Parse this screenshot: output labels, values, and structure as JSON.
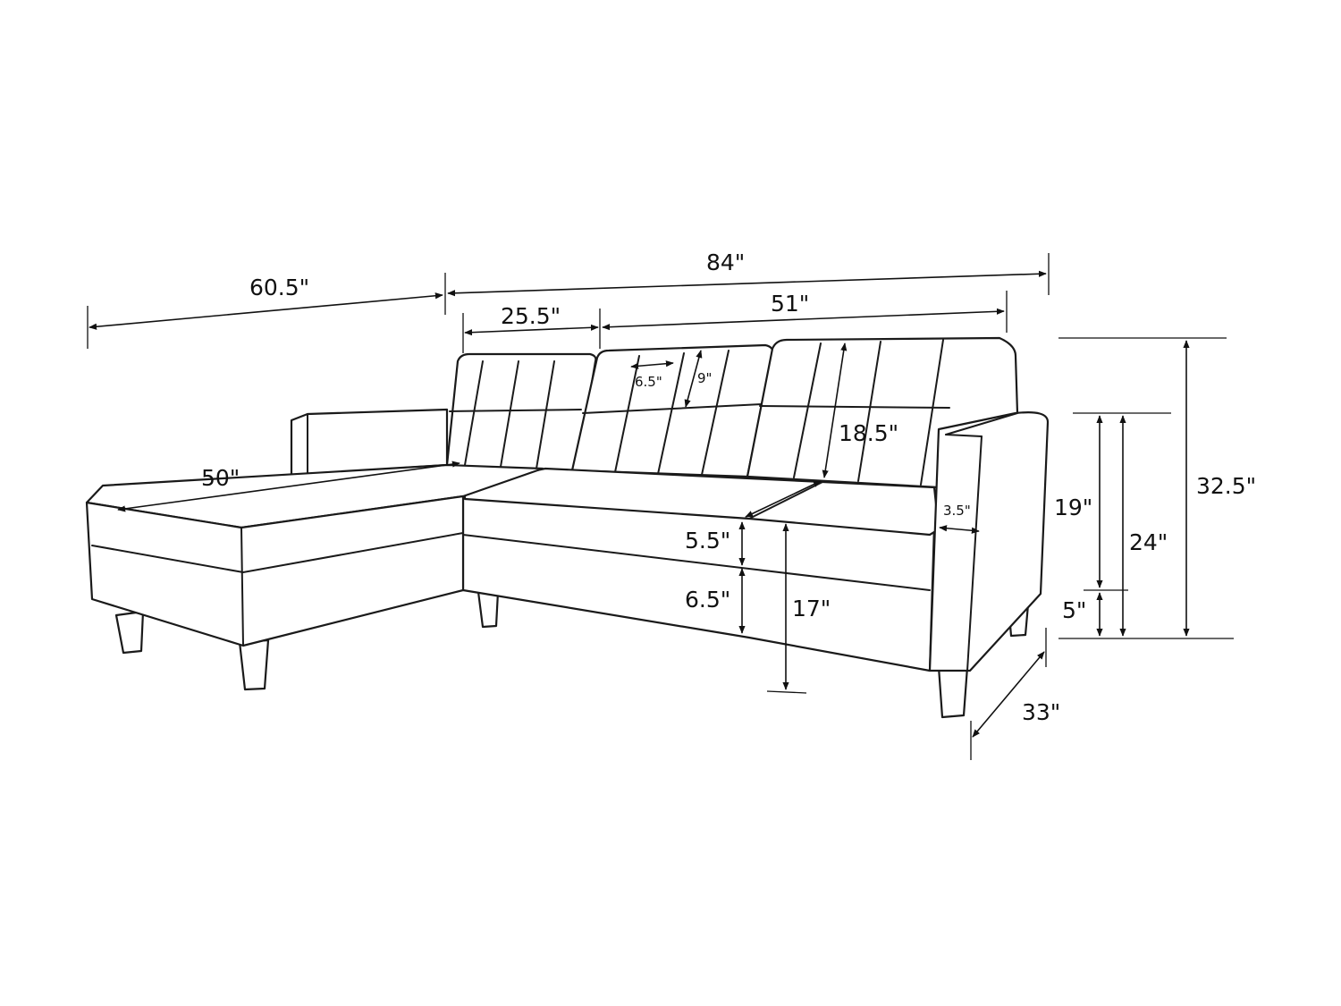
{
  "dimensions": {
    "overall_width": "84\"",
    "chaise_length": "60.5\"",
    "chaise_back_width": "25.5\"",
    "sofa_back_width": "51\"",
    "tuft_width": "6.5\"",
    "tuft_height": "9\"",
    "back_height": "18.5\"",
    "chaise_seat_length": "50\"",
    "arm_width": "3.5\"",
    "cushion_thickness": "5.5\"",
    "base_thickness": "6.5\"",
    "seat_height": "17\"",
    "arm_height": "19\"",
    "total_arm_height": "24\"",
    "overall_height": "32.5\"",
    "leg_height": "5\"",
    "depth": "33\""
  }
}
